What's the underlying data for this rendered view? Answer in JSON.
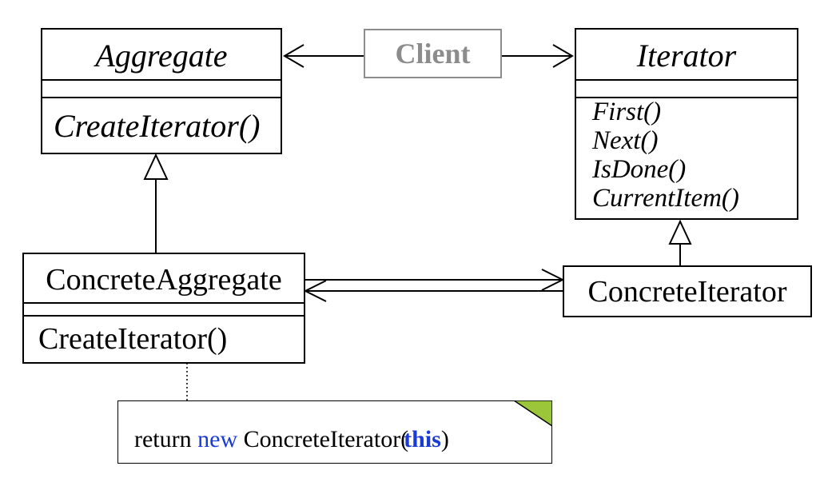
{
  "client": {
    "label": "Client"
  },
  "aggregate": {
    "name": "Aggregate",
    "operations": [
      "CreateIterator()"
    ]
  },
  "iterator": {
    "name": "Iterator",
    "operations": [
      "First()",
      "Next()",
      "IsDone()",
      "CurrentItem()"
    ]
  },
  "concrete_aggregate": {
    "name": "ConcreteAggregate",
    "operations": [
      "CreateIterator()"
    ]
  },
  "concrete_iterator": {
    "name": "ConcreteIterator"
  },
  "note": {
    "text_return": "return",
    "text_new": "new",
    "text_class": "ConcreteIterator(",
    "text_this": "this",
    "text_close": ")",
    "corner_color": "#9cc63a"
  },
  "colors": {
    "client_border": "#8c8c8c",
    "keyword": "#1a3bd4"
  }
}
